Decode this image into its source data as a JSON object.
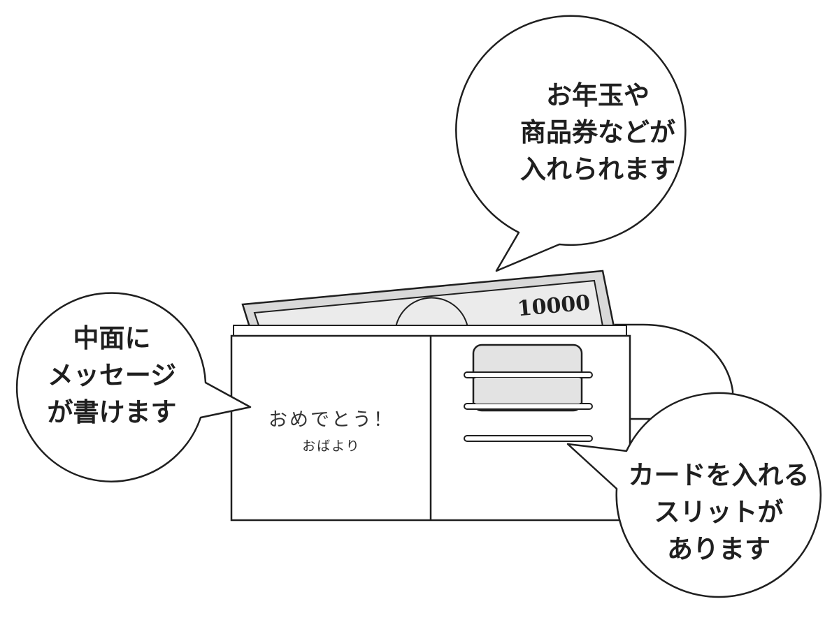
{
  "callouts": {
    "top": [
      "お年玉や",
      "商品券などが",
      "入れられます"
    ],
    "left": [
      "中面に",
      "メッセージ",
      "が書けます"
    ],
    "right": [
      "カードを入れる",
      "スリットが",
      "あります"
    ]
  },
  "wallet": {
    "message": "おめでとう！",
    "signature": "おばより",
    "banknote_label": "10000"
  }
}
